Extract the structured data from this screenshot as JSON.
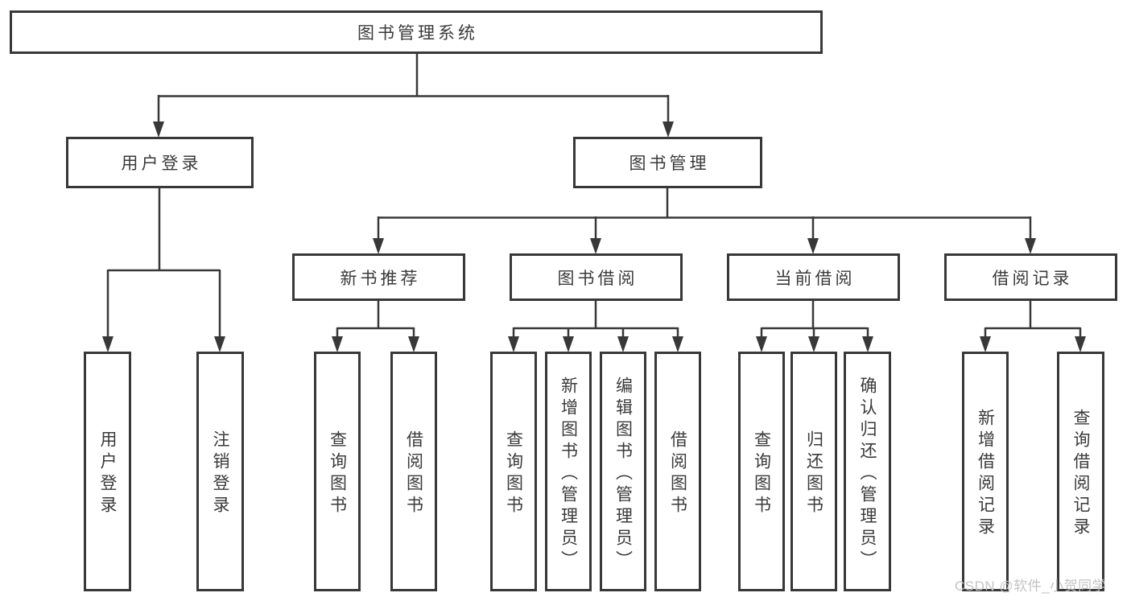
{
  "diagram": {
    "title": "图书管理系统",
    "branches": [
      {
        "label": "用户登录",
        "children": [
          {
            "label": "用户登录"
          },
          {
            "label": "注销登录"
          }
        ]
      },
      {
        "label": "图书管理",
        "groups": [
          {
            "label": "新书推荐",
            "children": [
              {
                "label": "查询图书"
              },
              {
                "label": "借阅图书"
              }
            ]
          },
          {
            "label": "图书借阅",
            "children": [
              {
                "label": "查询图书"
              },
              {
                "label": "新增图书（管理员）"
              },
              {
                "label": "编辑图书（管理员）"
              },
              {
                "label": "借阅图书"
              }
            ]
          },
          {
            "label": "当前借阅",
            "children": [
              {
                "label": "查询图书"
              },
              {
                "label": "归还图书"
              },
              {
                "label": "确认归还（管理员）"
              }
            ]
          },
          {
            "label": "借阅记录",
            "children": [
              {
                "label": "新增借阅记录"
              },
              {
                "label": "查询借阅记录"
              }
            ]
          }
        ]
      }
    ]
  },
  "watermark": {
    "text": "CSDN @软件_小贺同学"
  },
  "colors": {
    "line": "#383838",
    "text": "#3a3a3a",
    "watermark": "#c3c3c3",
    "background": "#ffffff"
  }
}
